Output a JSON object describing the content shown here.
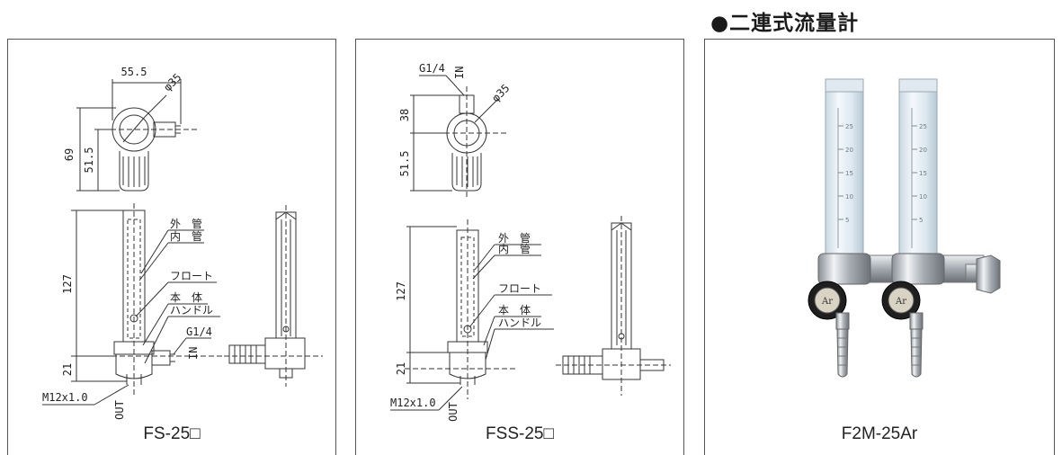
{
  "section_heading": "●二連式流量計",
  "panels": [
    {
      "caption": "FS-25□",
      "dims": {
        "width": "55.5",
        "diameter": "φ35",
        "total_height": "69",
        "lower_height": "51.5",
        "tube_height": "127",
        "base_height": "21"
      },
      "labels": {
        "outer_tube": "外　管",
        "inner_tube": "内　管",
        "float": "フロート",
        "body": "本　体",
        "handle": "ハンドル",
        "inlet_thread": "G1/4",
        "inlet": "IN",
        "outlet": "OUT",
        "outlet_thread": "M12x1.0"
      }
    },
    {
      "caption": "FSS-25□",
      "dims": {
        "diameter": "φ35",
        "upper_height": "38",
        "lower_height": "51.5",
        "tube_height": "127",
        "base_height": "21"
      },
      "labels": {
        "inlet_thread": "G1/4",
        "inlet": "IN",
        "outer_tube": "外　管",
        "inner_tube": "内　管",
        "float": "フロート",
        "body": "本　体",
        "handle": "ハンドル",
        "outlet": "OUT",
        "outlet_thread": "M12x1.0"
      }
    },
    {
      "caption": "F2M-25Ar",
      "photo": {
        "scale_marks": [
          "25",
          "20",
          "15",
          "10",
          "5"
        ],
        "knob_label": "Ar"
      }
    }
  ]
}
